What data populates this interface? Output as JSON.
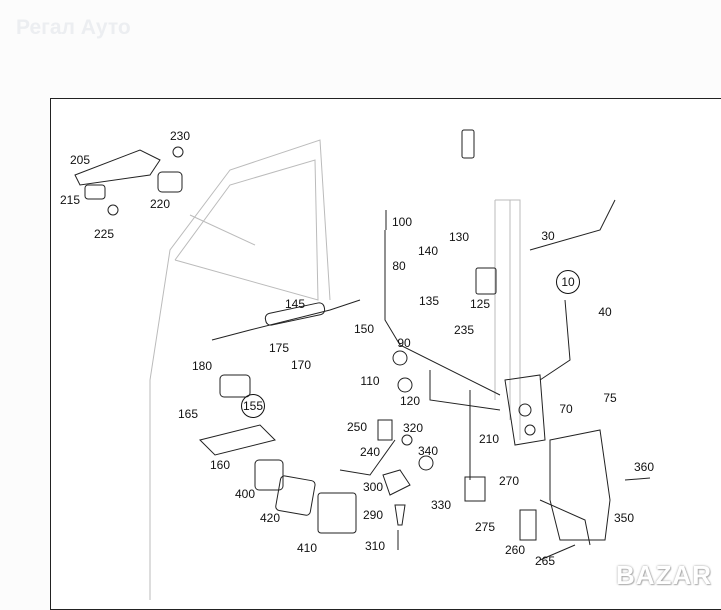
{
  "watermark": "Регал Ауто",
  "bazar_logo": "BAZAR",
  "callouts": [
    "230",
    "205",
    "215",
    "220",
    "225",
    "100",
    "130",
    "30",
    "140",
    "80",
    "10",
    "135",
    "125",
    "145",
    "40",
    "150",
    "235",
    "90",
    "175",
    "180",
    "170",
    "110",
    "120",
    "70",
    "75",
    "155",
    "165",
    "250",
    "320",
    "210",
    "240",
    "340",
    "160",
    "360",
    "300",
    "270",
    "400",
    "330",
    "290",
    "275",
    "420",
    "350",
    "410",
    "310",
    "260",
    "265"
  ],
  "circled": [
    "10",
    "155"
  ]
}
